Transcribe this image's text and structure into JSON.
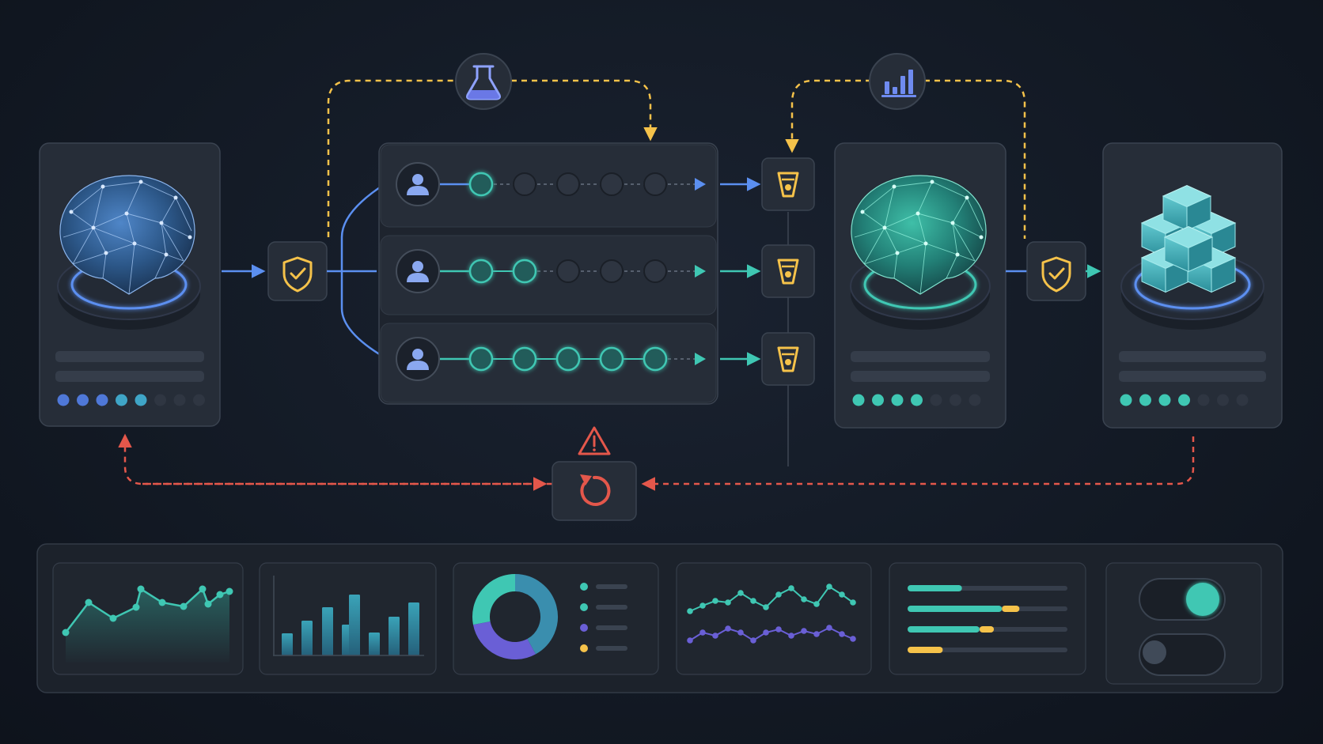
{
  "colors": {
    "background": "#151c27",
    "card": "#262d38",
    "card_border": "#3a4350",
    "blue": "#5b8ff0",
    "teal": "#3fc7b3",
    "yellow": "#f5c24a",
    "red": "#e4574b",
    "purple": "#6a5fd6",
    "inactive_node": "#2e3541"
  },
  "icons": {
    "source_model": "neural-sphere-icon",
    "target_model": "neural-sphere-icon",
    "output": "cube-stack-icon",
    "experiment": "flask-icon",
    "metrics": "bar-chart-icon",
    "shield": "shield-check-icon",
    "gate": "cup-gate-icon",
    "rollback": "undo-arrow-icon",
    "warning": "warning-triangle-icon",
    "user": "user-icon"
  },
  "cards": {
    "source": {
      "status_dots_active": 5,
      "status_dots_total": 8
    },
    "target": {
      "status_dots_active": 4,
      "status_dots_total": 7
    },
    "output": {
      "status_dots_active": 4,
      "status_dots_total": 7
    }
  },
  "lanes": [
    {
      "active_steps": 1,
      "total_steps": 5
    },
    {
      "active_steps": 2,
      "total_steps": 5
    },
    {
      "active_steps": 5,
      "total_steps": 5
    }
  ],
  "dashboard": {
    "donut": {
      "segments": [
        0.42,
        0.3,
        0.28
      ]
    },
    "progress_bars": [
      {
        "primary": 0.34,
        "secondary": 0.0
      },
      {
        "primary": 0.59,
        "secondary": 0.11
      },
      {
        "primary": 0.45,
        "secondary": 0.09
      },
      {
        "primary": 0.0,
        "secondary": 0.22
      }
    ],
    "toggles": [
      {
        "on": true
      },
      {
        "on": false
      }
    ]
  }
}
